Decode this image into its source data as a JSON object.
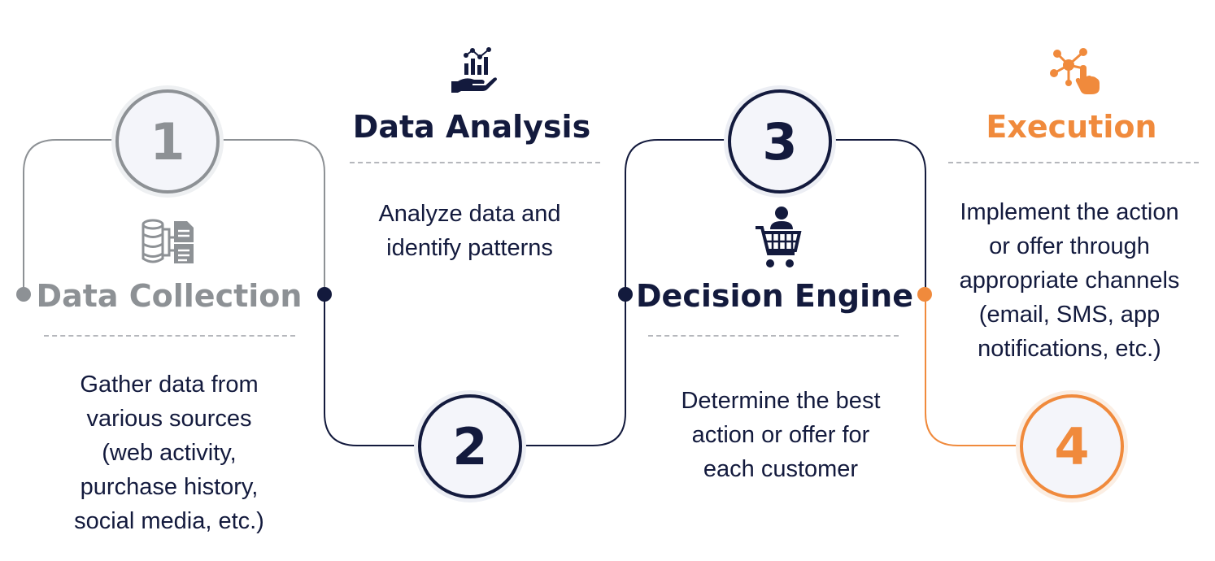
{
  "steps": [
    {
      "number": "1",
      "title": "Data Collection",
      "description": [
        "Gather data from",
        "various sources",
        "(web activity,",
        "purchase history,",
        "social media, etc.)"
      ],
      "icon": "database-document-icon",
      "color": "#8d9195"
    },
    {
      "number": "2",
      "title": "Data Analysis",
      "description": [
        "Analyze data and",
        "identify patterns"
      ],
      "icon": "hand-chart-icon",
      "color": "#131a3d"
    },
    {
      "number": "3",
      "title": "Decision Engine",
      "description": [
        "Determine the best",
        "action or offer for",
        "each customer"
      ],
      "icon": "customer-cart-icon",
      "color": "#131a3d"
    },
    {
      "number": "4",
      "title": "Execution",
      "description": [
        "Implement the action",
        "or offer through",
        "appropriate channels",
        "(email, SMS, app",
        "notifications, etc.)"
      ],
      "icon": "network-click-icon",
      "color": "#f08a3c"
    }
  ]
}
